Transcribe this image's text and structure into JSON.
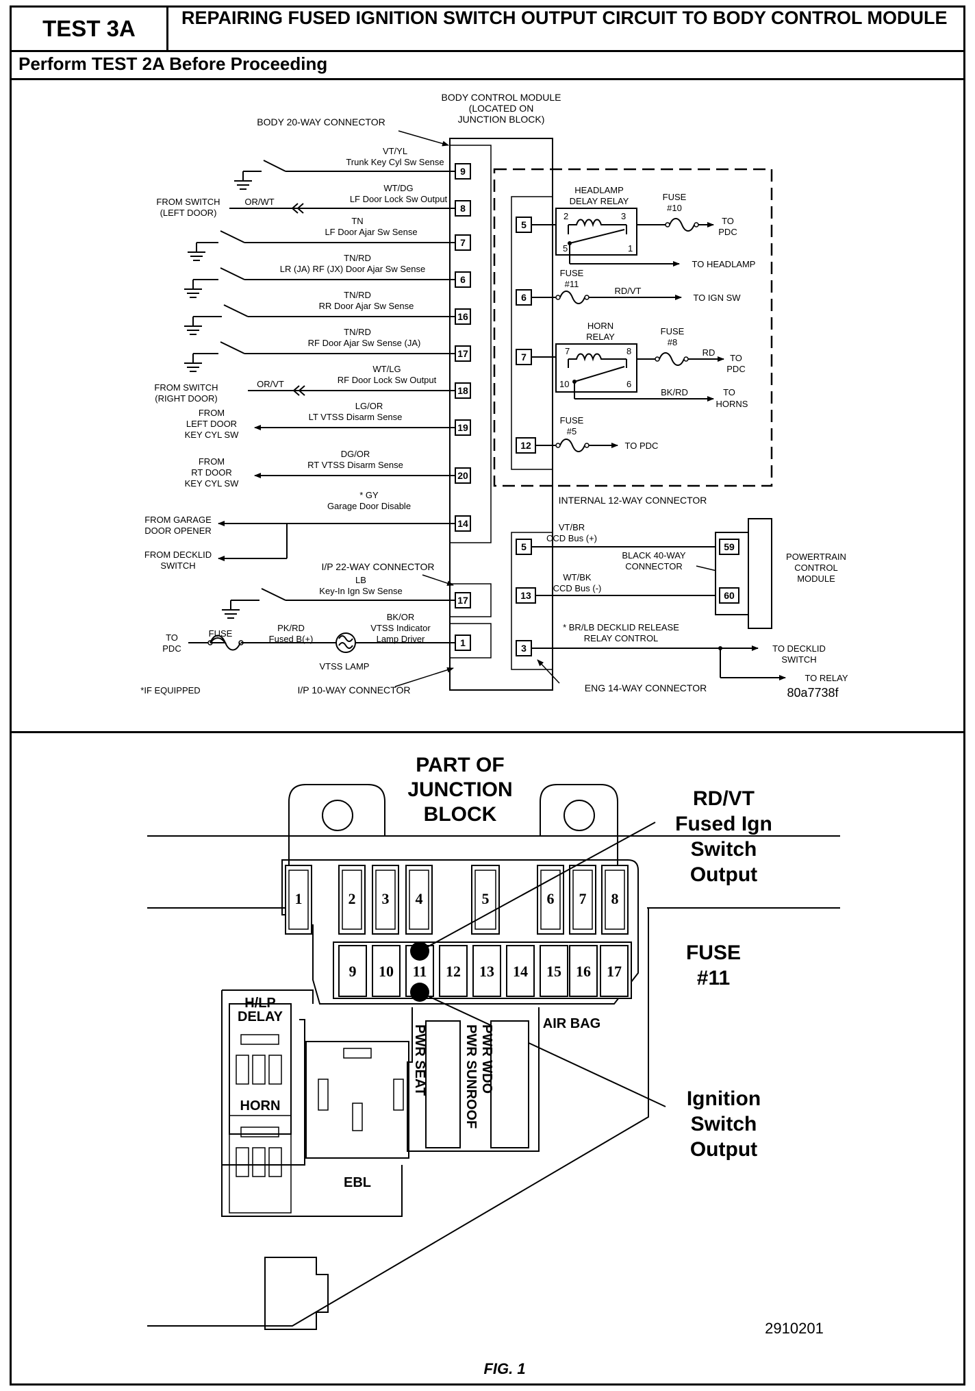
{
  "header": {
    "test_id": "TEST 3A",
    "title": "REPAIRING FUSED IGNITION SWITCH OUTPUT CIRCUIT TO BODY CONTROL MODULE",
    "prerequisite": "Perform TEST 2A Before Proceeding"
  },
  "schematic": {
    "bcm_label": [
      "BODY CONTROL MODULE",
      "(LOCATED ON",
      "JUNCTION BLOCK)"
    ],
    "body_connector_label": "BODY 20-WAY CONNECTOR",
    "ip22_label": "I/P 22-WAY CONNECTOR",
    "ip10_label": "I/P 10-WAY CONNECTOR",
    "eng14_label": "ENG 14-WAY CONNECTOR",
    "internal12_label": "INTERNAL 12-WAY CONNECTOR",
    "footnote": "*IF EQUIPPED",
    "figure_code": "80a7738f",
    "circuits": [
      {
        "pin": "9",
        "wire": "VT/YL",
        "desc": "Trunk Key Cyl Sw Sense"
      },
      {
        "pin": "8",
        "wire": "WT/DG",
        "desc": "LF Door Lock Sw Output",
        "from": [
          "FROM SWITCH",
          "(LEFT DOOR)"
        ],
        "lead_wire": "OR/WT"
      },
      {
        "pin": "7",
        "wire": "TN",
        "desc": "LF Door Ajar Sw Sense"
      },
      {
        "pin": "6",
        "wire": "TN/RD",
        "desc": "LR (JA) RF (JX) Door Ajar Sw Sense"
      },
      {
        "pin": "16",
        "wire": "TN/RD",
        "desc": "RR Door Ajar Sw Sense"
      },
      {
        "pin": "17",
        "wire": "TN/RD",
        "desc": "RF Door Ajar Sw Sense (JA)"
      },
      {
        "pin": "18",
        "wire": "WT/LG",
        "desc": "RF Door Lock Sw Output",
        "from": [
          "FROM SWITCH",
          "(RIGHT DOOR)"
        ],
        "lead_wire": "OR/VT"
      },
      {
        "pin": "19",
        "wire": "LG/OR",
        "desc": "LT VTSS Disarm Sense",
        "from": [
          "FROM",
          "LEFT DOOR",
          "KEY CYL SW"
        ]
      },
      {
        "pin": "20",
        "wire": "DG/OR",
        "desc": "RT VTSS Disarm Sense",
        "from": [
          "FROM",
          "RT DOOR",
          "KEY CYL SW"
        ]
      },
      {
        "pin": "14",
        "wire": "* GY",
        "desc": "Garage Door Disable",
        "from": [
          "FROM GARAGE",
          "DOOR OPENER"
        ]
      }
    ],
    "decklid_from": [
      "FROM DECKLID",
      "SWITCH"
    ],
    "ip22_circuit": {
      "pin": "17",
      "wire": "LB",
      "desc": "Key-In Ign Sw Sense"
    },
    "ip10_circuit": {
      "pin": "1",
      "wire": "BK/OR",
      "desc": [
        "VTSS Indicator",
        "Lamp Driver"
      ],
      "feed_wire": "PK/RD",
      "feed_desc": "Fused B(+)",
      "fuse": "FUSE",
      "to": [
        "TO",
        "PDC"
      ],
      "lamp": "VTSS LAMP"
    },
    "internal": {
      "pin5": "5",
      "pin6": "6",
      "pin7": "7",
      "pin12": "12",
      "headlamp_relay": [
        "HEADLAMP",
        "DELAY RELAY"
      ],
      "headlamp_relay_pins": [
        "2",
        "3",
        "5",
        "1"
      ],
      "fuse10": [
        "FUSE",
        "#10"
      ],
      "to_pdc_1": [
        "TO",
        "PDC"
      ],
      "to_headlamp": "TO HEADLAMP",
      "fuse11": [
        "FUSE",
        "#11"
      ],
      "fuse11_wire": "RD/VT",
      "to_ign_sw": "TO IGN SW",
      "horn_relay": [
        "HORN",
        "RELAY"
      ],
      "horn_relay_pins": [
        "7",
        "8",
        "10",
        "6"
      ],
      "fuse8": [
        "FUSE",
        "#8"
      ],
      "fuse8_wire": "RD",
      "to_pdc_2": [
        "TO",
        "PDC"
      ],
      "horn_wire": "BK/RD",
      "to_horns": [
        "TO",
        "HORNS"
      ],
      "fuse5": [
        "FUSE",
        "#5"
      ],
      "to_pdc_3": "TO PDC"
    },
    "eng": {
      "pin5": "5",
      "pin13": "13",
      "pin3": "3",
      "ccd_plus_wire": "VT/BR",
      "ccd_plus": "CCD Bus (+)",
      "ccd_minus_wire": "WT/BK",
      "ccd_minus": "CCD Bus (-)",
      "black40": [
        "BLACK 40-WAY",
        "CONNECTOR"
      ],
      "pcm_pins": [
        "59",
        "60"
      ],
      "pcm": [
        "POWERTRAIN",
        "CONTROL",
        "MODULE"
      ],
      "decklid_relay": [
        "* BR/LB DECKLID RELEASE",
        "RELAY CONTROL"
      ],
      "to_decklid": [
        "TO DECKLID",
        "SWITCH"
      ],
      "to_relay": "TO RELAY"
    }
  },
  "junction_block": {
    "title": [
      "PART OF",
      "JUNCTION",
      "BLOCK"
    ],
    "top_fuses": [
      "1",
      "2",
      "3",
      "4",
      "5",
      "6",
      "7",
      "8"
    ],
    "bottom_fuses": [
      "9",
      "10",
      "11",
      "12",
      "13",
      "14",
      "15",
      "16",
      "17"
    ],
    "callout_top": [
      "RD/VT",
      "Fused Ign",
      "Switch",
      "Output"
    ],
    "callout_fuse": [
      "FUSE",
      "#11"
    ],
    "callout_bottom": [
      "Ignition",
      "Switch",
      "Output"
    ],
    "relay_hlp": [
      "H/LP",
      "DELAY"
    ],
    "relay_horn": "HORN",
    "ebl": "EBL",
    "pwr_seat": "PWR SEAT",
    "pwr_sunroof": "PWR SUNROOF",
    "pwr_wdo": "PWR WDO",
    "air_bag": "AIR BAG",
    "figure_code": "2910201",
    "caption": "FIG. 1"
  }
}
